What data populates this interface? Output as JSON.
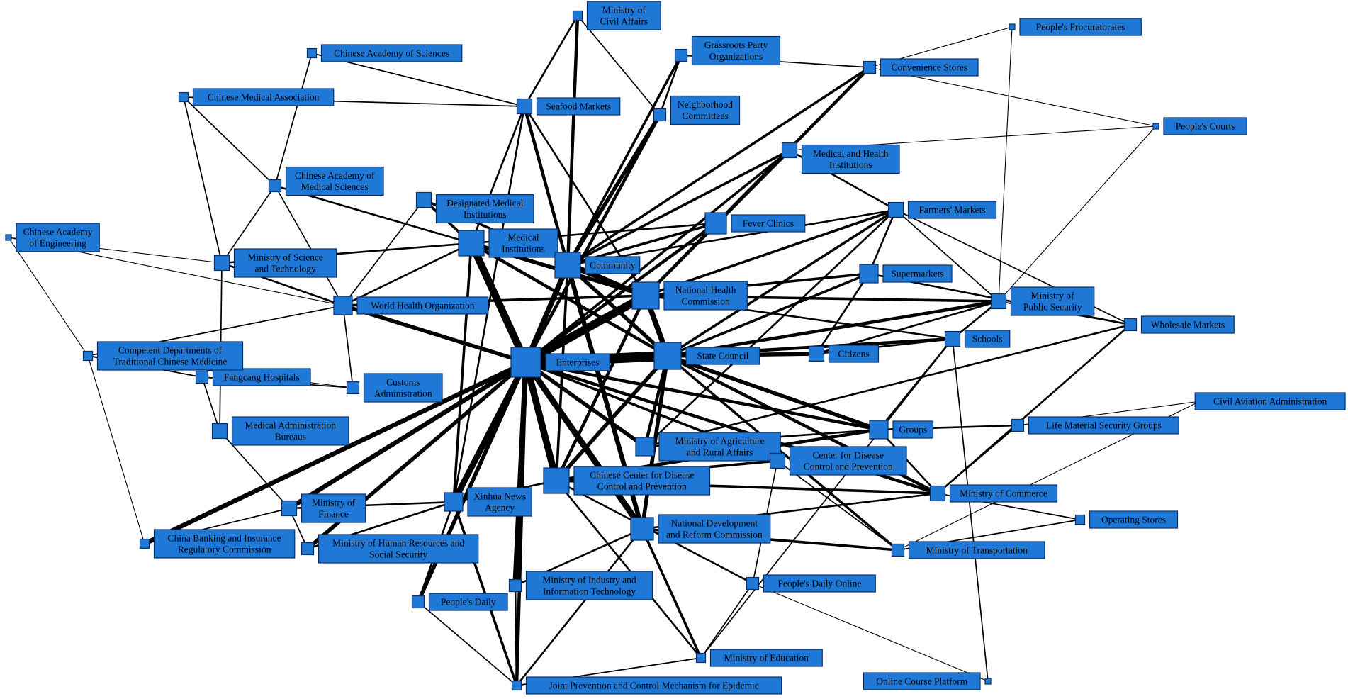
{
  "colors": {
    "node_fill": "#1f78d6",
    "node_border": "#0a2f66",
    "edge": "#000000",
    "background": "#ffffff"
  },
  "nodes": [
    {
      "id": "enterprises",
      "label": [
        "Enterprises"
      ],
      "degree": 10
    },
    {
      "id": "state-council",
      "label": [
        "State Council"
      ],
      "degree": 9
    },
    {
      "id": "nhc",
      "label": [
        "National Health",
        "Commission"
      ],
      "degree": 9
    },
    {
      "id": "medical-institutions",
      "label": [
        "Medical",
        "Institutions"
      ],
      "degree": 8
    },
    {
      "id": "community",
      "label": [
        "Community"
      ],
      "degree": 8
    },
    {
      "id": "chinese-cdc",
      "label": [
        "Chinese Center for Disease",
        "Control and Prevention"
      ],
      "degree": 8
    },
    {
      "id": "ndrc",
      "label": [
        "National Development",
        "and Reform Commission"
      ],
      "degree": 7
    },
    {
      "id": "fever-clinics",
      "label": [
        "Fever Clinics"
      ],
      "degree": 6
    },
    {
      "id": "moa",
      "label": [
        "Ministry of Agriculture",
        "and Rural Affairs"
      ],
      "degree": 5
    },
    {
      "id": "xinhua",
      "label": [
        "Xinhua News",
        "Agency"
      ],
      "degree": 5
    },
    {
      "id": "who",
      "label": [
        "World Health Organization"
      ],
      "degree": 5
    },
    {
      "id": "supermarkets",
      "label": [
        "Supermarkets"
      ],
      "degree": 5
    },
    {
      "id": "groups",
      "label": [
        "Groups"
      ],
      "degree": 5
    },
    {
      "id": "med-health-inst",
      "label": [
        "Medical and Health",
        "Institutions"
      ],
      "degree": 4
    },
    {
      "id": "cdc",
      "label": [
        "Center for Disease",
        "Control and Prevention"
      ],
      "degree": 4
    },
    {
      "id": "farmers-markets",
      "label": [
        "Farmers' Markets"
      ],
      "degree": 4
    },
    {
      "id": "seafood-markets",
      "label": [
        "Seafood Markets"
      ],
      "degree": 4
    },
    {
      "id": "designated-med",
      "label": [
        "Designated Medical",
        "Institutions"
      ],
      "degree": 4
    },
    {
      "id": "citizens",
      "label": [
        "Citizens"
      ],
      "degree": 4
    },
    {
      "id": "schools",
      "label": [
        "Schools"
      ],
      "degree": 4
    },
    {
      "id": "mps",
      "label": [
        "Ministry of",
        "Public Security"
      ],
      "degree": 4
    },
    {
      "id": "mofcom",
      "label": [
        "Ministry of Commerce"
      ],
      "degree": 4
    },
    {
      "id": "mof",
      "label": [
        "Ministry of",
        "Finance"
      ],
      "degree": 4
    },
    {
      "id": "mohrss",
      "label": [
        "Ministry of Human Resources and",
        "Social Security"
      ],
      "degree": 3
    },
    {
      "id": "most",
      "label": [
        "Ministry of Science",
        "and Technology"
      ],
      "degree": 4
    },
    {
      "id": "med-admin",
      "label": [
        "Medical Administration",
        "Bureaus"
      ],
      "degree": 4
    },
    {
      "id": "miit",
      "label": [
        "Ministry of Industry and",
        "Information Technology"
      ],
      "degree": 3
    },
    {
      "id": "mot",
      "label": [
        "Ministry of Transportation"
      ],
      "degree": 3
    },
    {
      "id": "customs",
      "label": [
        "Customs",
        "Administration"
      ],
      "degree": 3
    },
    {
      "id": "fangcang",
      "label": [
        "Fangcang Hospitals"
      ],
      "degree": 3
    },
    {
      "id": "people-daily",
      "label": [
        "People's Daily"
      ],
      "degree": 3
    },
    {
      "id": "cams",
      "label": [
        "Chinese Academy of",
        "Medical Sciences"
      ],
      "degree": 3
    },
    {
      "id": "neighborhood",
      "label": [
        "Neighborhood",
        "Committees"
      ],
      "degree": 3
    },
    {
      "id": "convenience",
      "label": [
        "Convenience Stores"
      ],
      "degree": 3
    },
    {
      "id": "grassroots",
      "label": [
        "Grassroots Party",
        "Organizations"
      ],
      "degree": 3
    },
    {
      "id": "wholesale",
      "label": [
        "Wholesale Markets"
      ],
      "degree": 3
    },
    {
      "id": "life-material",
      "label": [
        "Life Material Security Groups"
      ],
      "degree": 3
    },
    {
      "id": "people-daily-online",
      "label": [
        "People's Daily Online"
      ],
      "degree": 3
    },
    {
      "id": "tcm",
      "label": [
        "Competent Departments of",
        "Traditional Chinese Medicine"
      ],
      "degree": 2
    },
    {
      "id": "cma",
      "label": [
        "Chinese Medical Association"
      ],
      "degree": 2
    },
    {
      "id": "cas",
      "label": [
        "Chinese Academy of Sciences"
      ],
      "degree": 2
    },
    {
      "id": "civil-affairs",
      "label": [
        "Ministry of",
        "Civil Affairs"
      ],
      "degree": 2
    },
    {
      "id": "cbirc",
      "label": [
        "China Banking and Insurance",
        "Regulatory Commission"
      ],
      "degree": 2
    },
    {
      "id": "moe",
      "label": [
        "Ministry of Education"
      ],
      "degree": 2
    },
    {
      "id": "joint",
      "label": [
        "Joint Prevention and Control Mechanism for Epidemic"
      ],
      "degree": 2
    },
    {
      "id": "operating",
      "label": [
        "Operating Stores"
      ],
      "degree": 2
    },
    {
      "id": "civil-aviation",
      "label": [
        "Civil Aviation Administration"
      ],
      "degree": 1
    },
    {
      "id": "online-course",
      "label": [
        "Online Course Platform"
      ],
      "degree": 1
    },
    {
      "id": "procuratorates",
      "label": [
        "People's Procuratorates"
      ],
      "degree": 1
    },
    {
      "id": "courts",
      "label": [
        "People's Courts"
      ],
      "degree": 1
    },
    {
      "id": "cae",
      "label": [
        "Chinese Academy",
        "of Engineering"
      ],
      "degree": 1
    }
  ],
  "edges": [
    [
      "enterprises",
      "state-council",
      14
    ],
    [
      "enterprises",
      "nhc",
      12
    ],
    [
      "enterprises",
      "chinese-cdc",
      10
    ],
    [
      "enterprises",
      "ndrc",
      9
    ],
    [
      "enterprises",
      "medical-institutions",
      11
    ],
    [
      "enterprises",
      "community",
      8
    ],
    [
      "enterprises",
      "xinhua",
      9
    ],
    [
      "enterprises",
      "cbirc",
      7
    ],
    [
      "enterprises",
      "mof",
      7
    ],
    [
      "enterprises",
      "who",
      6
    ],
    [
      "enterprises",
      "miit",
      8
    ],
    [
      "enterprises",
      "people-daily",
      6
    ],
    [
      "enterprises",
      "moa",
      6
    ],
    [
      "enterprises",
      "fever-clinics",
      5
    ],
    [
      "enterprises",
      "mohrss",
      6
    ],
    [
      "enterprises",
      "neighborhood",
      5
    ],
    [
      "enterprises",
      "groups",
      5
    ],
    [
      "enterprises",
      "mofcom",
      5
    ],
    [
      "enterprises",
      "joint",
      5
    ],
    [
      "enterprises",
      "med-health-inst",
      4
    ],
    [
      "enterprises",
      "cdc",
      4
    ],
    [
      "state-council",
      "nhc",
      8
    ],
    [
      "state-council",
      "community",
      6
    ],
    [
      "state-council",
      "ndrc",
      6
    ],
    [
      "state-council",
      "citizens",
      6
    ],
    [
      "state-council",
      "schools",
      5
    ],
    [
      "state-council",
      "groups",
      6
    ],
    [
      "state-council",
      "mps",
      5
    ],
    [
      "state-council",
      "mofcom",
      5
    ],
    [
      "state-council",
      "chinese-cdc",
      6
    ],
    [
      "state-council",
      "supermarkets",
      4
    ],
    [
      "state-council",
      "farmers-markets",
      4
    ],
    [
      "state-council",
      "mot",
      4
    ],
    [
      "state-council",
      "moa",
      5
    ],
    [
      "state-council",
      "medical-institutions",
      5
    ],
    [
      "nhc",
      "community",
      7
    ],
    [
      "nhc",
      "medical-institutions",
      6
    ],
    [
      "nhc",
      "med-health-inst",
      5
    ],
    [
      "nhc",
      "convenience",
      5
    ],
    [
      "nhc",
      "fever-clinics",
      4
    ],
    [
      "nhc",
      "supermarkets",
      4
    ],
    [
      "nhc",
      "mps",
      4
    ],
    [
      "nhc",
      "farmers-markets",
      4
    ],
    [
      "nhc",
      "seafood-markets",
      3
    ],
    [
      "nhc",
      "designated-med",
      4
    ],
    [
      "nhc",
      "chinese-cdc",
      5
    ],
    [
      "nhc",
      "who",
      4
    ],
    [
      "nhc",
      "schools",
      3
    ],
    [
      "community",
      "neighborhood",
      6
    ],
    [
      "community",
      "seafood-markets",
      5
    ],
    [
      "community",
      "grassroots",
      4
    ],
    [
      "community",
      "fever-clinics",
      4
    ],
    [
      "community",
      "civil-affairs",
      5
    ],
    [
      "community",
      "med-health-inst",
      4
    ],
    [
      "community",
      "ndrc",
      7
    ],
    [
      "community",
      "people-daily",
      4
    ],
    [
      "community",
      "chinese-cdc",
      4
    ],
    [
      "community",
      "convenience",
      4
    ],
    [
      "community",
      "farmers-markets",
      3
    ],
    [
      "medical-institutions",
      "designated-med",
      4
    ],
    [
      "medical-institutions",
      "fever-clinics",
      3
    ],
    [
      "medical-institutions",
      "cams",
      3
    ],
    [
      "medical-institutions",
      "who",
      3
    ],
    [
      "medical-institutions",
      "seafood-markets",
      3
    ],
    [
      "medical-institutions",
      "xinhua",
      4
    ],
    [
      "medical-institutions",
      "most",
      3
    ],
    [
      "chinese-cdc",
      "groups",
      5
    ],
    [
      "chinese-cdc",
      "cdc",
      4
    ],
    [
      "chinese-cdc",
      "mofcom",
      4
    ],
    [
      "chinese-cdc",
      "moe",
      3
    ],
    [
      "chinese-cdc",
      "people-daily-online",
      3
    ],
    [
      "chinese-cdc",
      "xinhua",
      3
    ],
    [
      "ndrc",
      "mot",
      4
    ],
    [
      "ndrc",
      "moe",
      4
    ],
    [
      "ndrc",
      "miit",
      3
    ],
    [
      "ndrc",
      "joint",
      3
    ],
    [
      "ndrc",
      "mofcom",
      3
    ],
    [
      "moa",
      "farmers-markets",
      3
    ],
    [
      "moa",
      "wholesale",
      3
    ],
    [
      "moa",
      "groups",
      3
    ],
    [
      "xinhua",
      "mof",
      3
    ],
    [
      "xinhua",
      "mohrss",
      3
    ],
    [
      "xinhua",
      "people-daily",
      3
    ],
    [
      "xinhua",
      "joint",
      4
    ],
    [
      "xinhua",
      "seafood-markets",
      3
    ],
    [
      "who",
      "most",
      3
    ],
    [
      "who",
      "tcm",
      2
    ],
    [
      "who",
      "customs",
      2
    ],
    [
      "who",
      "cams",
      2
    ],
    [
      "who",
      "designated-med",
      2
    ],
    [
      "supermarkets",
      "farmers-markets",
      3
    ],
    [
      "supermarkets",
      "wholesale",
      3
    ],
    [
      "supermarkets",
      "citizens",
      3
    ],
    [
      "groups",
      "life-material",
      3
    ],
    [
      "groups",
      "mofcom",
      3
    ],
    [
      "groups",
      "schools",
      3
    ],
    [
      "citizens",
      "schools",
      3
    ],
    [
      "citizens",
      "mps",
      3
    ],
    [
      "schools",
      "moe",
      2
    ],
    [
      "schools",
      "online-course",
      2
    ],
    [
      "schools",
      "mps",
      3
    ],
    [
      "mps",
      "procuratorates",
      1
    ],
    [
      "mps",
      "courts",
      1
    ],
    [
      "mps",
      "wholesale",
      2
    ],
    [
      "mofcom",
      "operating",
      2
    ],
    [
      "mofcom",
      "life-material",
      2
    ],
    [
      "mofcom",
      "wholesale",
      3
    ],
    [
      "mot",
      "civil-aviation",
      1
    ],
    [
      "mot",
      "operating",
      2
    ],
    [
      "med-health-inst",
      "courts",
      1
    ],
    [
      "med-health-inst",
      "farmers-markets",
      3
    ],
    [
      "convenience",
      "procuratorates",
      1
    ],
    [
      "convenience",
      "grassroots",
      2
    ],
    [
      "convenience",
      "courts",
      1
    ],
    [
      "farmers-markets",
      "wholesale",
      2
    ],
    [
      "farmers-markets",
      "mps",
      2
    ],
    [
      "seafood-markets",
      "civil-affairs",
      3
    ],
    [
      "seafood-markets",
      "cma",
      2
    ],
    [
      "seafood-markets",
      "cas",
      2
    ],
    [
      "neighborhood",
      "grassroots",
      3
    ],
    [
      "neighborhood",
      "civil-affairs",
      2
    ],
    [
      "mof",
      "cbirc",
      2
    ],
    [
      "mof",
      "med-admin",
      2
    ],
    [
      "mof",
      "mohrss",
      2
    ],
    [
      "med-admin",
      "fangcang",
      2
    ],
    [
      "med-admin",
      "most",
      2
    ],
    [
      "fangcang",
      "tcm",
      2
    ],
    [
      "fangcang",
      "customs",
      2
    ],
    [
      "cams",
      "cma",
      2
    ],
    [
      "cams",
      "cas",
      2
    ],
    [
      "cams",
      "most",
      2
    ],
    [
      "most",
      "cae",
      1
    ],
    [
      "most",
      "cma",
      2
    ],
    [
      "people-daily",
      "joint",
      2
    ],
    [
      "people-daily-online",
      "moe",
      2
    ],
    [
      "people-daily-online",
      "online-course",
      1
    ],
    [
      "joint",
      "moe",
      2
    ],
    [
      "miit",
      "joint",
      3
    ],
    [
      "life-material",
      "civil-aviation",
      1
    ],
    [
      "cdc",
      "mot",
      2
    ],
    [
      "cdc",
      "people-daily-online",
      2
    ],
    [
      "customs",
      "tcm",
      1
    ],
    [
      "tcm",
      "cbirc",
      1
    ],
    [
      "cae",
      "tcm",
      1
    ],
    [
      "cae",
      "who",
      1
    ]
  ]
}
